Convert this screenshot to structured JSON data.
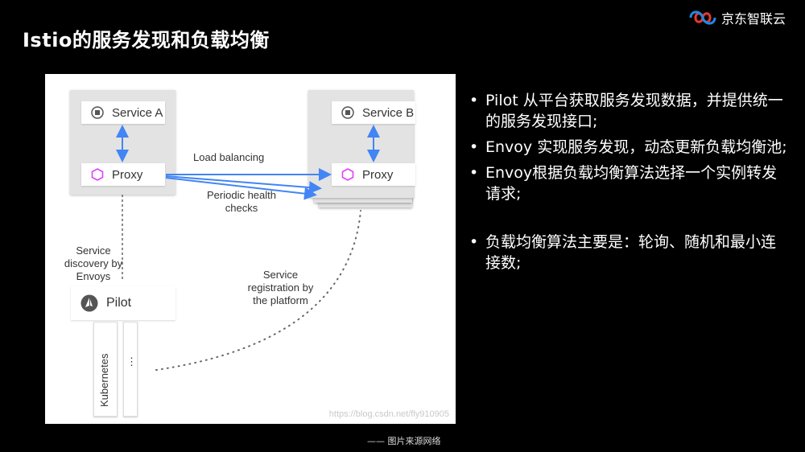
{
  "slide": {
    "title": "Istio的服务发现和负载均衡",
    "brand": "京东智联云",
    "caption": "—— 图片来源网络"
  },
  "diagram": {
    "service_a": "Service A",
    "service_b": "Service B",
    "proxy_a": "Proxy",
    "proxy_b": "Proxy",
    "pilot": "Pilot",
    "load_balancing": "Load balancing",
    "health_checks_1": "Periodic health",
    "health_checks_2": "checks",
    "sd_1": "Service",
    "sd_2": "discovery by",
    "sd_3": "Envoys",
    "reg_1": "Service",
    "reg_2": "registration by",
    "reg_3": "the platform",
    "kubernetes": "Kubernetes",
    "ellipsis": "⋮",
    "watermark": "https://blog.csdn.net/fly910905",
    "colors": {
      "arrow": "#4285f4",
      "hexagon": "#e040fb",
      "dots": "#666666"
    }
  },
  "bullets": [
    "Pilot 从平台获取服务发现数据，并提供统一的服务发现接口;",
    "Envoy 实现服务发现，动态更新负载均衡池;",
    "Envoy根据负载均衡算法选择一个实例转发请求;",
    "负载均衡算法主要是：轮询、随机和最小连接数;"
  ]
}
